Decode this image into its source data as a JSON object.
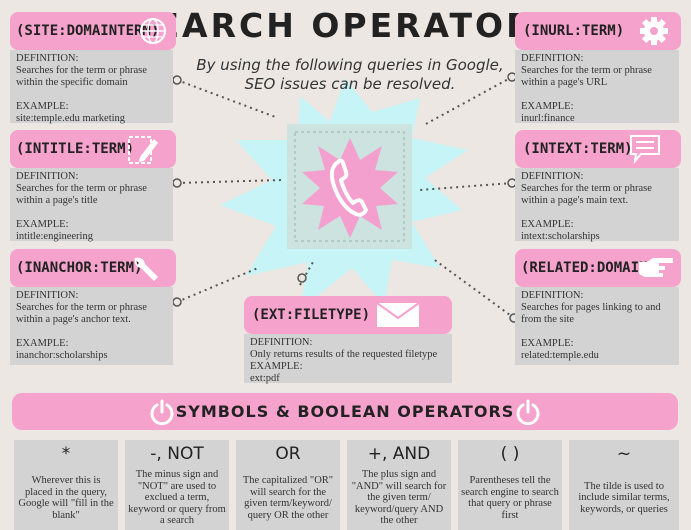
{
  "title": "SEARCH OPERATORS",
  "subtitle": "By using the following queries in Google, SEO issues can be resolved.",
  "colors": {
    "pink": "#f5a3cc",
    "gray": "#d3d3d3",
    "teal": "#cce3df",
    "cyan": "#c7f4f6",
    "background": "#ece7e2"
  },
  "center_icon": "phone-icon",
  "cards": [
    {
      "name": "(SITE:DOMAINTERM)",
      "icon": "globe-icon",
      "definition_label": "DEFINITION:",
      "definition": "Searches for the term or phrase within the specific domain",
      "example_label": "EXAMPLE:",
      "example": "site:temple.edu marketing"
    },
    {
      "name": "(INURL:TERM)",
      "icon": "gear-icon",
      "definition_label": "DEFINITION:",
      "definition": "Searches for the term or phrase within a page's URL",
      "example_label": "EXAMPLE:",
      "example": "inurl:finance"
    },
    {
      "name": "(INTITLE:TERM)",
      "icon": "pencil-icon",
      "definition_label": "DEFINITION:",
      "definition": "Searches for the term or phrase within a page's title",
      "example_label": "EXAMPLE:",
      "example": "intitle:engineering"
    },
    {
      "name": "(INTEXT:TERM)",
      "icon": "chat-icon",
      "definition_label": "DEFINITION:",
      "definition": "Searches for the term or phrase within a page's main text.",
      "example_label": "EXAMPLE:",
      "example": "intext:scholarships"
    },
    {
      "name": "(INANCHOR:TERM)",
      "icon": "wrench-icon",
      "definition_label": "DEFINITION:",
      "definition": "Searches for the term or phrase within a page's anchor text.",
      "example_label": "EXAMPLE:",
      "example": "inanchor:scholarships"
    },
    {
      "name": "(RELATED:DOMAIN)",
      "icon": "pointing-hand-icon",
      "definition_label": "DEFINITION:",
      "definition": "Searches for pages linking to and from the site",
      "example_label": "EXAMPLE:",
      "example": "related:temple.edu"
    },
    {
      "name": "(EXT:FILETYPE)",
      "icon": "envelope-icon",
      "definition_label": "DEFINITION:",
      "definition": "Only returns results of the requested filetype",
      "example_label": "EXAMPLE:",
      "example": "ext:pdf"
    }
  ],
  "boolean": {
    "title": "SYMBOLS & BOOLEAN OPERATORS",
    "icon": "power-icon",
    "items": [
      {
        "symbol": "*",
        "description": "Wherever this is placed in the query, Google will \"fill in the blank\""
      },
      {
        "symbol": "-, NOT",
        "description": "The minus sign and \"NOT\" are used to exclued a term, keyword or query from a search"
      },
      {
        "symbol": "OR",
        "description": "The capitalized \"OR\" will search for the given term/keyword/ query OR the other"
      },
      {
        "symbol": "+, AND",
        "description": "The plus sign and \"AND\" will search for the given term/ keyword/query AND the other"
      },
      {
        "symbol": "( )",
        "description": "Parentheses tell the search engine to search that query or phrase first"
      },
      {
        "symbol": "~",
        "description": "The tilde is used to include similar terms, keywords, or queries"
      }
    ]
  }
}
